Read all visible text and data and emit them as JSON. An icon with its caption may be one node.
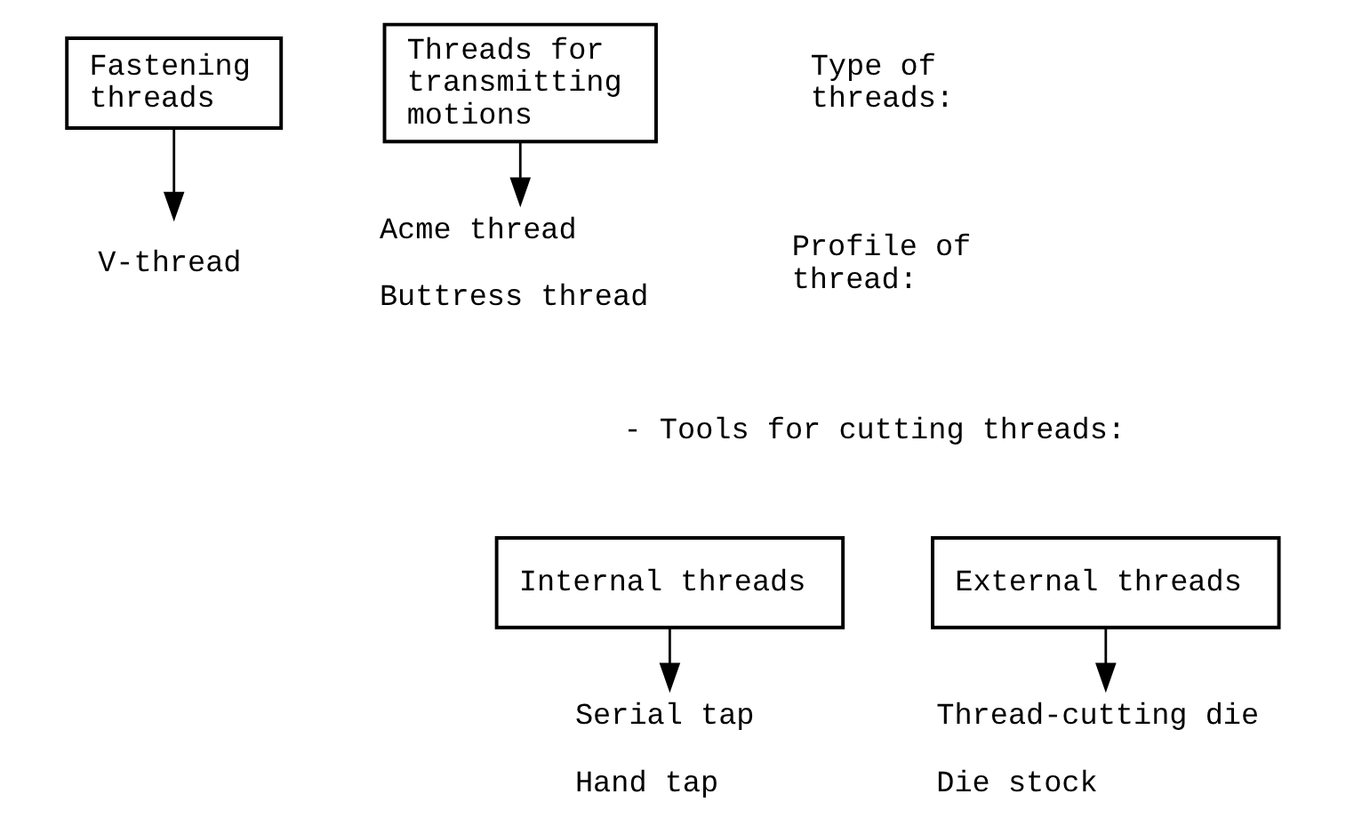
{
  "diagram": {
    "nodes": [
      {
        "text": [
          "Fastening threads"
        ]
      },
      {
        "text": [
          "Threads for transmitting motions"
        ]
      },
      {
        "text": [
          "V-thread"
        ]
      },
      {
        "text": [
          "Acme thread",
          "Buttress thread"
        ]
      },
      {
        "text": [
          "Internal threads"
        ]
      },
      {
        "text": [
          "Serial tap",
          "Hand tap"
        ]
      },
      {
        "text": [
          "External threads"
        ]
      },
      {
        "text": [
          "Thread-cutting die",
          "Die stock"
        ]
      }
    ],
    "edges": [
      {
        "from": 0,
        "to": 2,
        "arrow": "to"
      },
      {
        "from": 1,
        "to": 3,
        "arrow": "to"
      },
      {
        "from": 4,
        "to": 5,
        "arrow": "to"
      },
      {
        "from": 6,
        "to": 7,
        "arrow": "to"
      }
    ],
    "labels": [
      "Type of threads:",
      "Profile of thread:",
      "- Tools for cutting threads:"
    ]
  }
}
